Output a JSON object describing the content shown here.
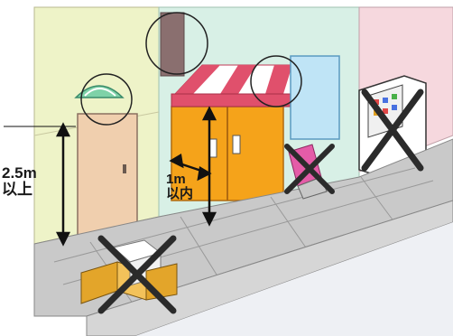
{
  "annotations": {
    "clearance_height_label": "2.5m\n以上",
    "projection_width_label": "1m\n以内"
  },
  "scene_elements": {
    "allowed": [
      "awning",
      "signboard",
      "door-light",
      "pillar-sign"
    ],
    "prohibited": [
      "sidewalk-boxes",
      "sandwich-sign",
      "vending-machine"
    ]
  },
  "colors": {
    "wall_left": "#eef3c8",
    "wall_mid": "#d8f0e6",
    "wall_right": "#f6d8de",
    "storefront": "#f5a31a",
    "awning_red": "#e0506c",
    "sidewalk": "#c9c9c9",
    "cross_mark": "#2b2b2b"
  }
}
